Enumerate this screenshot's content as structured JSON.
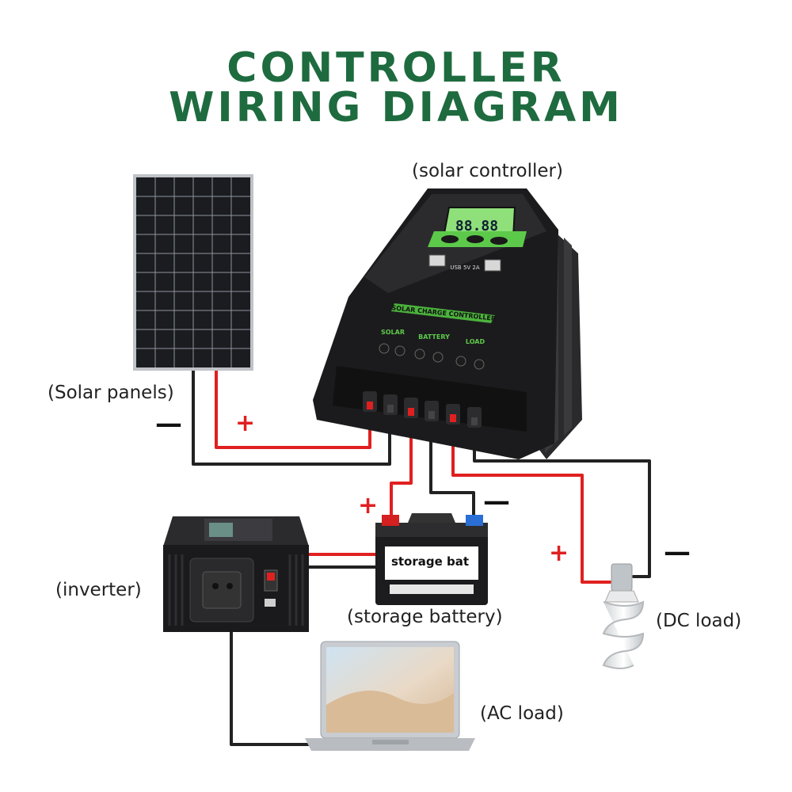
{
  "title": {
    "line1": "CONTROLLER",
    "line2": "WIRING DIAGRAM"
  },
  "labels": {
    "solar_controller": "(solar controller)",
    "solar_panels": "(Solar panels)",
    "inverter": "(inverter)",
    "storage_battery": "(storage battery)",
    "dc_load": "(DC load)",
    "ac_load": "(AC load)"
  },
  "battery_sticker": "storage bat",
  "controller": {
    "title_text": "SOLAR CHARGE CONTROLLER",
    "usb_text": "USB 5V 2A",
    "lcd_text": "88.88",
    "terminals": [
      "SOLAR",
      "BATTERY",
      "LOAD"
    ]
  },
  "signs": {
    "plus": "+",
    "minus": "—"
  },
  "colors": {
    "title": "#1e6b3f",
    "positive_wire": "#e02020",
    "negative_wire": "#222222",
    "lcd": "#7dd86a"
  }
}
